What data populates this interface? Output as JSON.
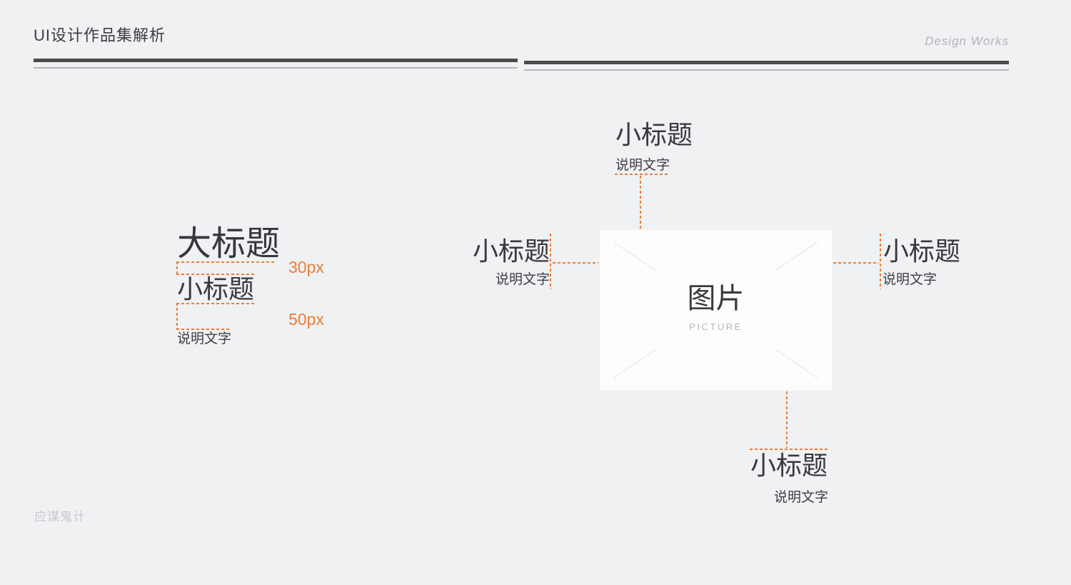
{
  "header": {
    "title": "UI设计作品集解析",
    "brand": "Design Works"
  },
  "typography_demo": {
    "big_title": "大标题",
    "small_title": "小标题",
    "description": "说明文字",
    "spacing_labels": {
      "title_gap": "30px",
      "desc_gap": "50px"
    }
  },
  "picture": {
    "label": "图片",
    "sublabel": "PICTURE"
  },
  "callouts": {
    "top": {
      "title": "小标题",
      "description": "说明文字"
    },
    "left": {
      "title": "小标题",
      "description": "说明文字"
    },
    "right": {
      "title": "小标题",
      "description": "说明文字"
    },
    "bottom": {
      "title": "小标题",
      "description": "说明文字"
    }
  },
  "footer": {
    "watermark": "应谋鬼计"
  },
  "colors": {
    "accent_orange": "#ea7e33",
    "text_dark": "#3a3b3f",
    "text_muted": "#b5b6b9",
    "rule_dark": "#4b4b4d",
    "background": "#f0f1f3",
    "picture_panel": "#fdfdfe"
  }
}
